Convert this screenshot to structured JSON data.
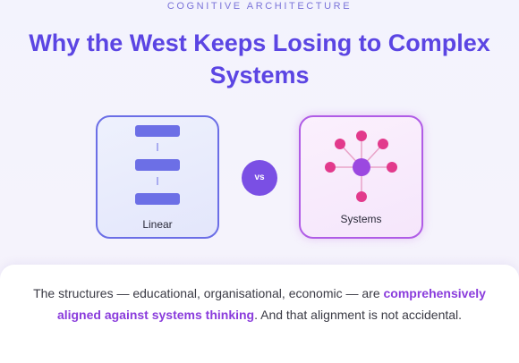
{
  "header": {
    "eyebrow": "COGNITIVE ARCHITECTURE",
    "title": "Why the West Keeps Losing to Complex Systems"
  },
  "comparison": {
    "left": {
      "label": "Linear",
      "icon": "linear-steps-icon",
      "accent": "#6b6ee6"
    },
    "divider": "vs",
    "right": {
      "label": "Systems",
      "icon": "network-hub-icon",
      "accent": "#b05ce6"
    }
  },
  "caption": {
    "before": "The structures — educational, organisational, economic — are ",
    "highlight": "comprehensively aligned against systems thinking",
    "after": ". And that alignment is not accidental."
  },
  "colors": {
    "title": "#5b45e3",
    "highlight": "#8a3cdc",
    "node_pink": "#e23a8c",
    "hub": "#9b48e0"
  }
}
